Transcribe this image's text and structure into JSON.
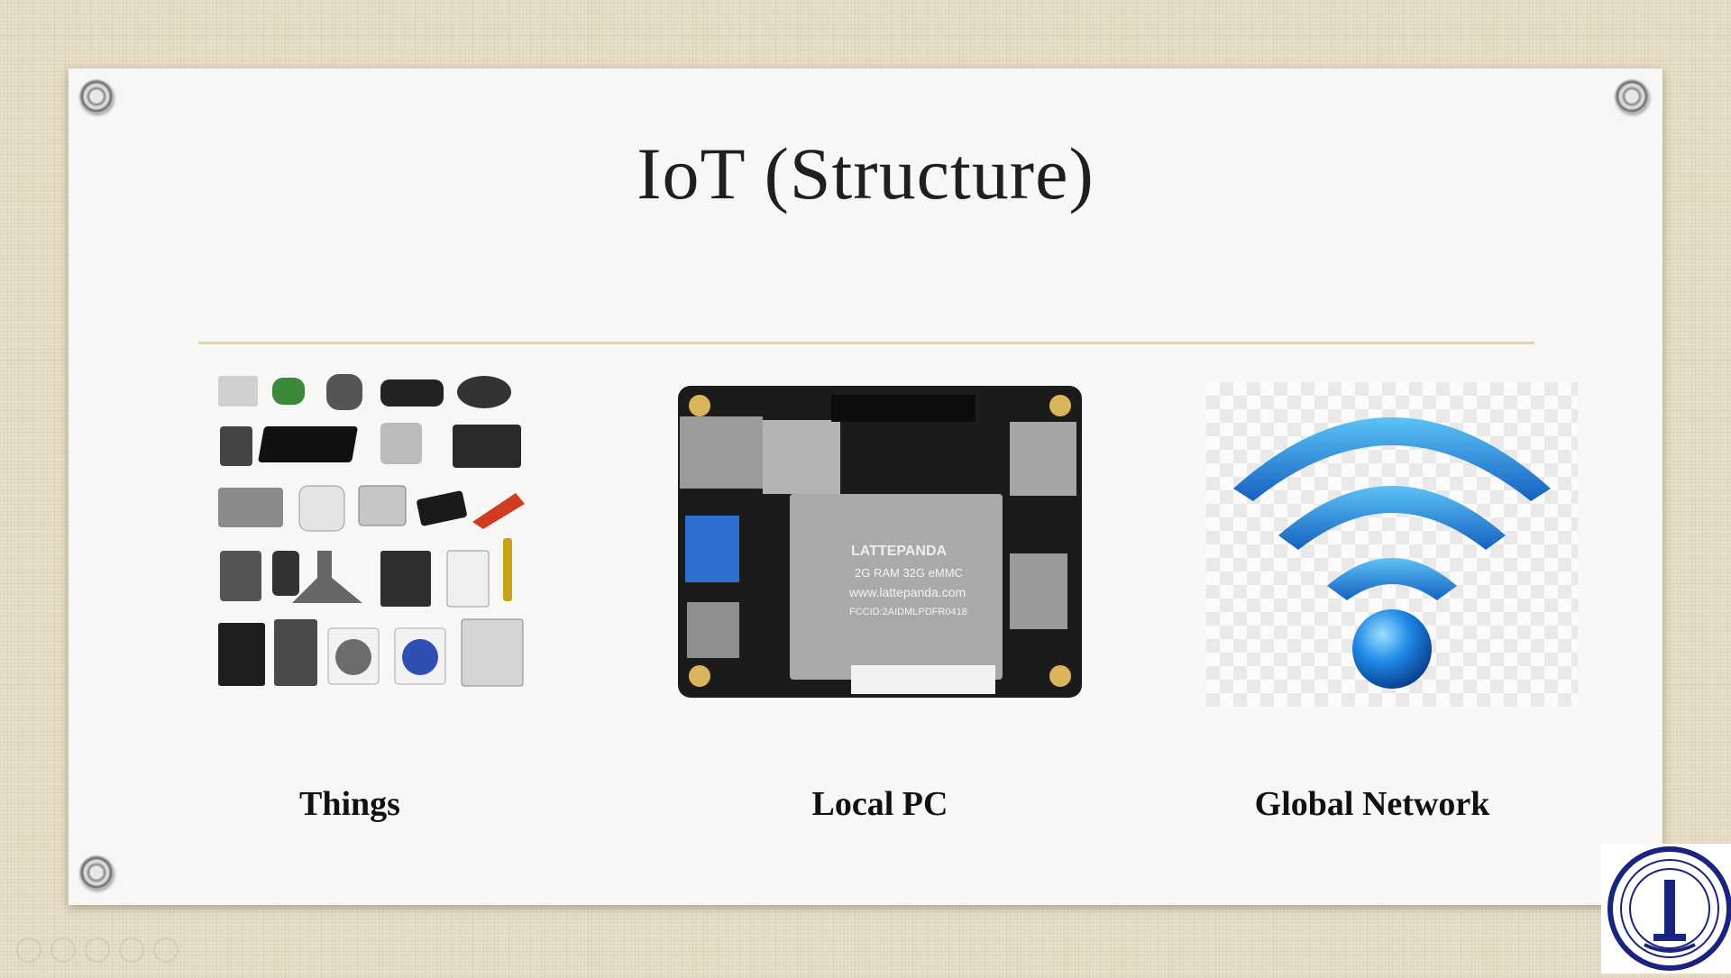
{
  "slide": {
    "title": "IoT (Structure)",
    "captions": {
      "things": "Things",
      "local_pc": "Local PC",
      "global_network": "Global Network"
    },
    "colors": {
      "divider": "#e6d39b",
      "wifi_blue": "#1e88e5",
      "card": "#f7f7f6"
    },
    "board_text": {
      "brand": "LATTEPANDA",
      "spec": "2G RAM 32G eMMC",
      "url": "www.lattepanda.com",
      "fccid": "FCCID:2AIDMLPDFR0418"
    },
    "icons": [
      "appliances-grid-icon",
      "circuit-board-icon",
      "wifi-icon",
      "college-logo-icon"
    ]
  }
}
